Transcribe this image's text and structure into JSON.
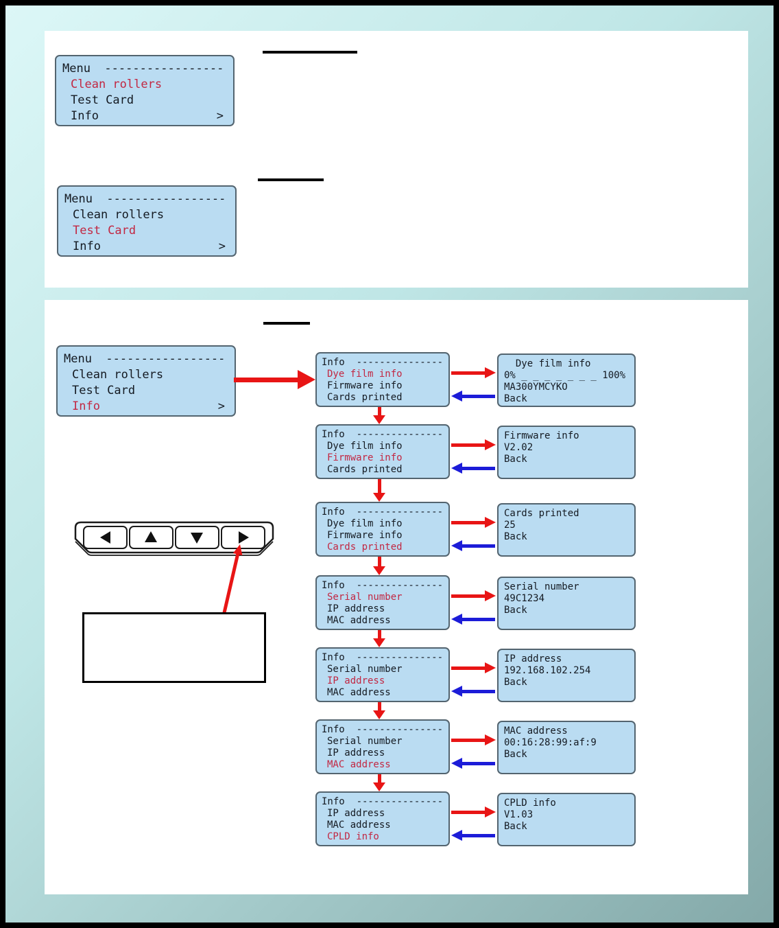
{
  "page": {
    "background_top_left": "#dcf7f7",
    "background_bottom_right": "#84a9a9",
    "border_color": "#000000"
  },
  "lcd": {
    "background": "#badcf2",
    "border": "#53646f",
    "text_color": "#141a22",
    "highlight_color": "#c22742"
  },
  "arrows": {
    "forward_color": "#e81515",
    "back_color": "#1c1cd8"
  },
  "menus": {
    "title_line": "Menu  -----------------",
    "items": [
      "Clean rollers",
      "Test Card",
      "Info"
    ],
    "submenu_indicator": ">"
  },
  "info_flow": {
    "title_line": "Info  ---------------",
    "rows": [
      {
        "items": [
          "Dye film info",
          "Firmware info",
          "Cards printed"
        ],
        "highlight": 0,
        "detail": [
          "  Dye film info",
          "0% _ _ _ _ _ _ _ 100%",
          "MA300YMCYKO",
          "Back"
        ]
      },
      {
        "items": [
          "Dye film info",
          "Firmware info",
          "Cards printed"
        ],
        "highlight": 1,
        "detail": [
          "Firmware info",
          "V2.02",
          "",
          "Back"
        ]
      },
      {
        "items": [
          "Dye film info",
          "Firmware info",
          "Cards printed"
        ],
        "highlight": 2,
        "detail": [
          "Cards printed",
          "25",
          "",
          "Back"
        ]
      },
      {
        "items": [
          "Serial number",
          "IP address",
          "MAC address"
        ],
        "highlight": 0,
        "detail": [
          "Serial number",
          "49C1234",
          "",
          "Back"
        ]
      },
      {
        "items": [
          "Serial number",
          "IP address",
          "MAC address"
        ],
        "highlight": 1,
        "detail": [
          "IP address",
          "192.168.102.254",
          "",
          "Back"
        ]
      },
      {
        "items": [
          "Serial number",
          "IP address",
          "MAC address"
        ],
        "highlight": 2,
        "detail": [
          "MAC address",
          "00:16:28:99:af:9",
          "",
          "Back"
        ]
      },
      {
        "items": [
          "IP address",
          "MAC address",
          "CPLD info"
        ],
        "highlight": 2,
        "detail": [
          "CPLD info",
          "V1.03",
          "",
          "Back"
        ]
      }
    ]
  },
  "keypad": {
    "buttons": [
      "left-arrow",
      "up-arrow",
      "down-arrow",
      "right-arrow"
    ]
  }
}
